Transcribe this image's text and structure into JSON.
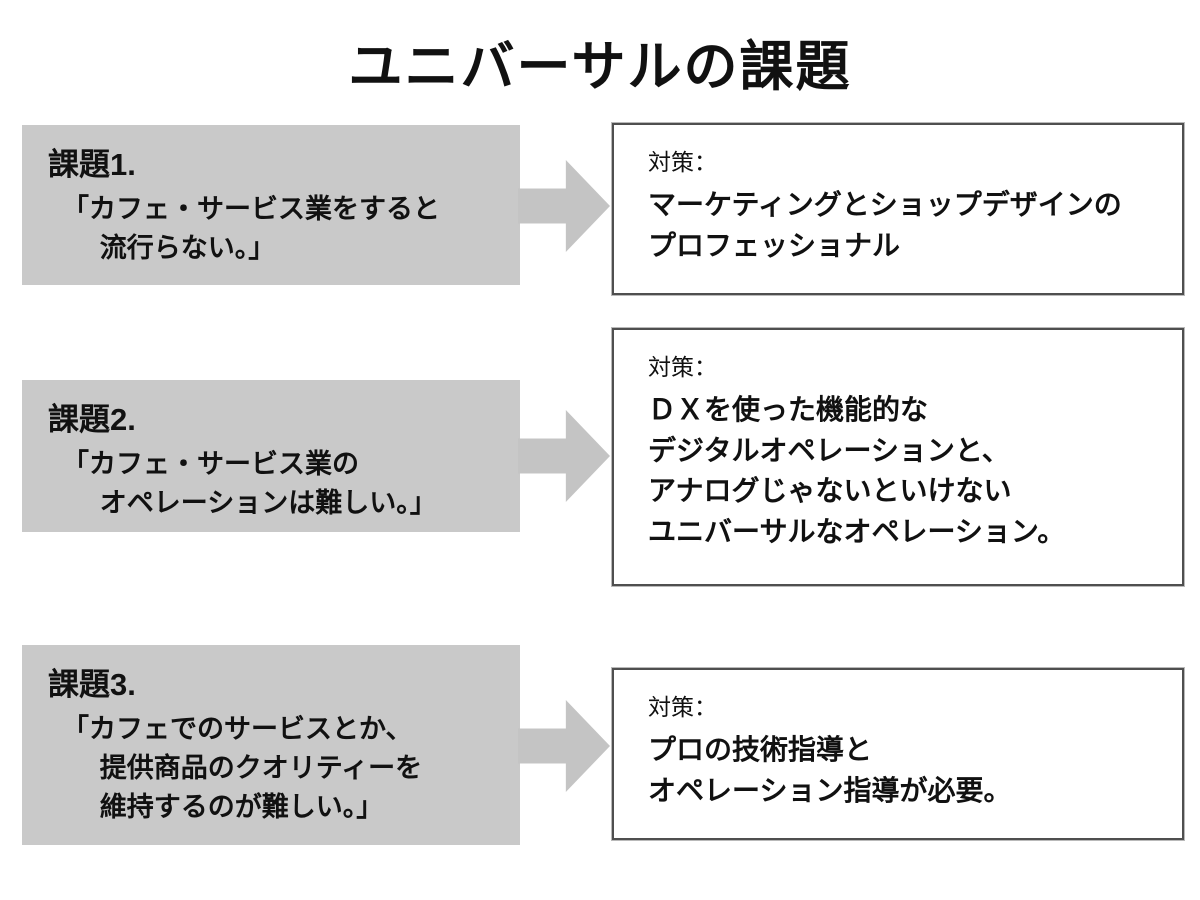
{
  "title": "ユニバーサルの課題",
  "colors": {
    "problem_box_gray": "#c9c9c9",
    "arrow_gray": "#c4c4c4",
    "solution_border": "#4f4f4f",
    "text": "#111111"
  },
  "rows": [
    {
      "problem_title": "課題1.",
      "problem_lines": {
        "0": "「カフェ・サービス業をすると",
        "1": "流行らない。」"
      },
      "solution_label": "対策：",
      "solution_lines": {
        "0": "マーケティングとショップデザインの",
        "1": "プロフェッショナル"
      }
    },
    {
      "problem_title": "課題2.",
      "problem_lines": {
        "0": "「カフェ・サービス業の",
        "1": "オペレーションは難しい。」"
      },
      "solution_label": "対策：",
      "solution_lines": {
        "0": "ＤＸを使った機能的な",
        "1": "デジタルオペレーションと、",
        "2": "アナログじゃないといけない",
        "3": "ユニバーサルなオペレーション。"
      }
    },
    {
      "problem_title": "課題3.",
      "problem_lines": {
        "0": "「カフェでのサービスとか、",
        "1": "提供商品のクオリティーを",
        "2": "維持するのが難しい。」"
      },
      "solution_label": "対策：",
      "solution_lines": {
        "0": "プロの技術指導と",
        "1": "オペレーション指導が必要。"
      }
    }
  ]
}
